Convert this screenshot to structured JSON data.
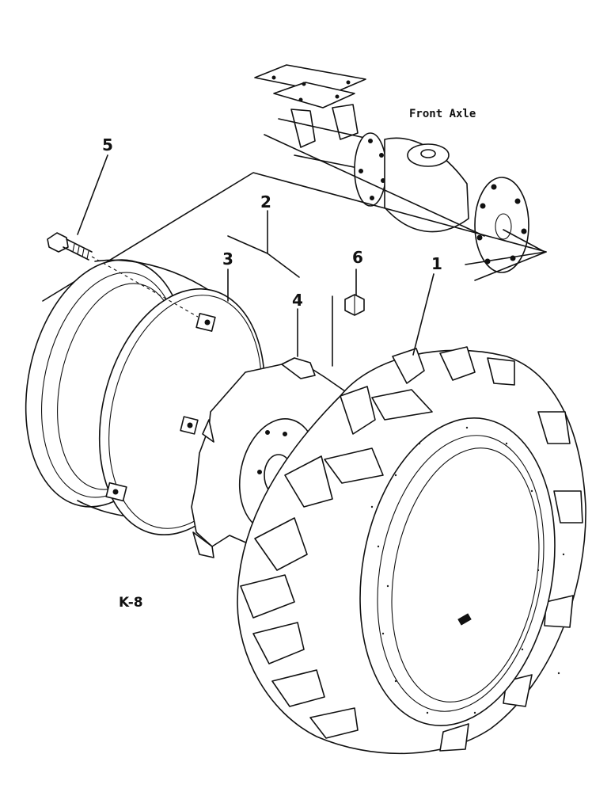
{
  "figure": {
    "id": "K-8",
    "caption_front_axle": "Front Axle"
  },
  "callouts": [
    {
      "number": "1",
      "part": "tire"
    },
    {
      "number": "2",
      "part": "rim-and-disc-assembly"
    },
    {
      "number": "3",
      "part": "rim"
    },
    {
      "number": "4",
      "part": "wheel-disc"
    },
    {
      "number": "5",
      "part": "bolt"
    },
    {
      "number": "6",
      "part": "nut"
    }
  ]
}
